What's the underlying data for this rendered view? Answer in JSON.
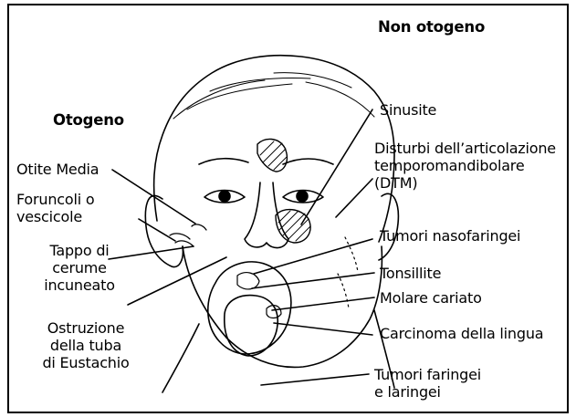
{
  "headings": {
    "non_otogenic": "Non otogeno",
    "otogenic": "Otogeno"
  },
  "left_labels": {
    "otite_media": "Otite Media",
    "foruncoli": "Foruncoli o\nvescicole",
    "tappo": "Tappo di\ncerume\nincuneato",
    "ostruzione": "Ostruzione\ndella tuba\ndi Eustachio"
  },
  "right_labels": {
    "sinusite": "Sinusite",
    "dtm": "Disturbi dell’articolazione\ntemporomandibolare\n(DTM)",
    "tumori_nasofaringei": "Tumori nasofaringei",
    "tonsillite": "Tonsillite",
    "molare": "Molare cariato",
    "carcinoma": "Carcinoma della lingua",
    "tumori_faringei": "Tumori faringei\ne laringei"
  },
  "colors": {
    "ink": "#000000",
    "paper": "#ffffff"
  }
}
